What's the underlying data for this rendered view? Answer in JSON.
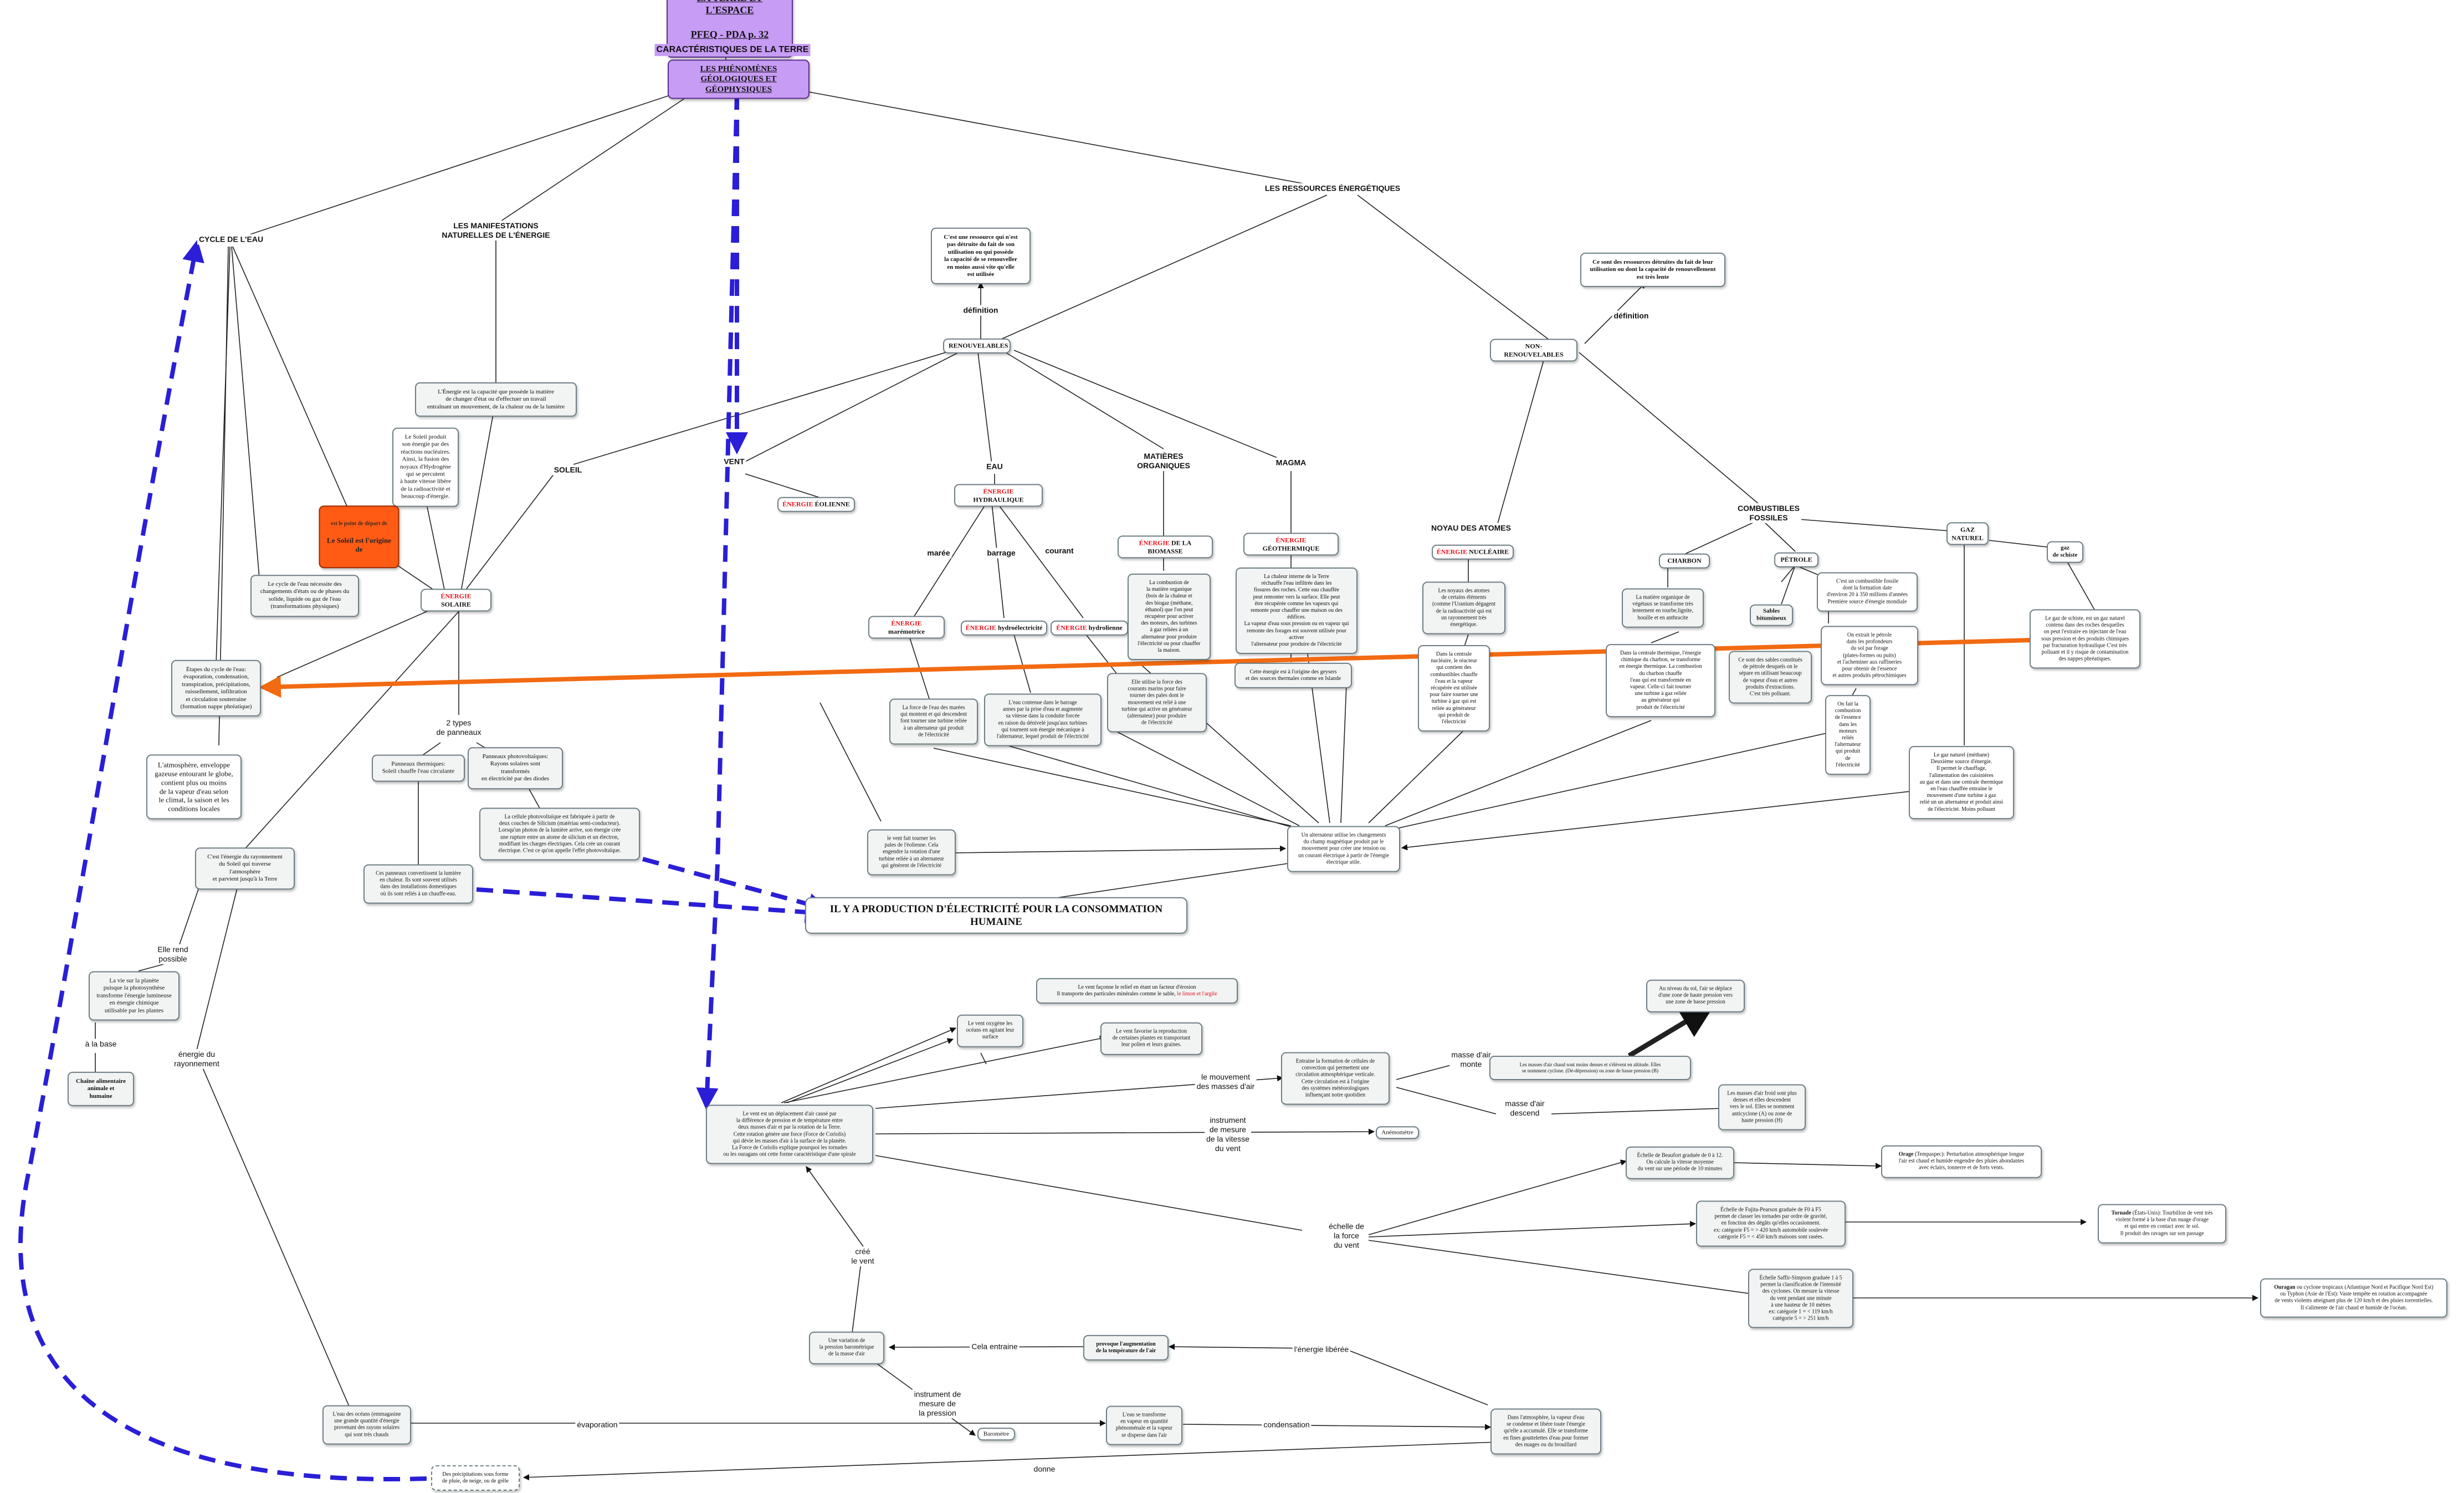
{
  "title": {
    "line1": "LA TERRE ET L'ESPACE",
    "line2": "PFEQ - PDA p. 32"
  },
  "subtitle": "CARACTÉRISTIQUES DE LA TERRE",
  "phenomena": "LES PHÉNOMÈNES\nGÉOLOGIQUES ET GÉOPHYSIQUES",
  "branches": {
    "cycle": "CYCLE DE L'EAU",
    "manif": "LES MANIFESTATIONS\nNATURELLES DE L'ÉNERGIE",
    "resources": "LES RESSOURCES ÉNERGÉTIQUES"
  },
  "resources": {
    "renew": "RENOUVELABLES",
    "nonrenew": "NON-RENOUVELABLES",
    "def_renew": "C'est une ressource qui n'est\npas détruite du fait de son\nutilisation ou qui possède\nla capacité de se renouveller\nen moins aussi vite qu'elle\nest utilisée",
    "def_nonrenew": "Ce sont des ressources détruites du fait de leur\nutilisation ou dont la capacité de renouvellement\nest très lente",
    "definition": "définition",
    "soleil": "SOLEIL",
    "vent": "VENT",
    "eau": "EAU",
    "matieres": "MATIÈRES\nORGANIQUES",
    "magma": "MAGMA",
    "noyau": "NOYAU DES ATOMES",
    "combustibles": "COMBUSTIBLES\nFOSSILES",
    "charbon": "CHARBON",
    "petrole": "PÉTROLE",
    "gaz": "GAZ\nNATUREL",
    "gaz_schiste": "gaz\nde schiste",
    "sables": "Sables\nbitumineux"
  },
  "energies": {
    "word": "ÉNERGIE",
    "solaire": "SOLAIRE",
    "eolienne": "ÉOLIENNE",
    "hydraulique": "HYDRAULIQUE",
    "biomasse": "DE LA BIOMASSE",
    "geothermique": "GÉOTHERMIQUE",
    "nucleaire": "NUCLÉAIRE",
    "maremotrice": "marémotrice",
    "hydroelectricite": "hydroélectricité",
    "hydrolienne": "hydrolienne"
  },
  "labels": {
    "maree": "marée",
    "barrage": "barrage",
    "courant": "courant",
    "deux_types": "2 types\nde panneaux",
    "rend_possible": "Elle rend\npossible",
    "base": "à la base",
    "energie_rayonnement": "énergie du\nrayonnement",
    "cree_vent": "créé\nle vent",
    "cela_entraine": "Cela entraine",
    "energie_liberee": "l'énergie libérée",
    "instrument_pression": "instrument de\nmesure de\nla pression",
    "evaporation": "évaporation",
    "condensation": "condensation",
    "donne": "donne",
    "mouvement": "le mouvement\ndes masses d'air",
    "instrument_vent": "instrument\nde mesure\nde la vitesse\ndu vent",
    "echelle": "échelle de\nla force\ndu vent",
    "monte": "masse d'air\nmonte",
    "descend": "masse d'air\ndescend"
  },
  "texts": {
    "energie_def": "L'Énergie est la capacité que possède la matière\nde changer d'état ou d'effectuer un travail\nentraînant un mouvement, de la chaleur ou de la lumière",
    "soleil_prod": "Le Soleil produit\nson énergie par des\nréactions nucléaires.\nAinsi, la fusion des\nnoyaux d'Hydrogène\nqui se percutent\nà haute vitesse libère\nde la radioactivité et\nbeaucoup d'énergie.",
    "orange_line1": "est le point de départ de",
    "orange_line2": "Le Soleil est l'origine de",
    "cycle_def": "Le cycle de l'eau nécessite des\nchangements d'états ou de phases du\nsolide, liquide ou gaz de l'eau\n(transformations physiques)",
    "etapes": "Étapes du cycle de l'eau:\névaporation, condensation,\ntranspiration, précipitations,\nruissellement, infiltration\net circulation souterraine\n(formation nappe phréatique)",
    "atmosphere": "L'atmosphère, enveloppe\ngazeuse entourant le globe,\ncontient plus ou moins\nde la vapeur d'eau selon\nle climat, la saison et les\nconditions locales",
    "rayonnement": "C'est l'énergie du rayonnement\ndu Soleil qui traverse l'atmosphère\net parvient jusqu'à la Terre",
    "vie": "La vie sur la planète\npuisque la photosynthèse\ntransforme l'énergie lumineuse\nen énergie chimique\nutilisable par les plantes",
    "chaine": "Chaîne alimentaire\nanimale et humaine",
    "panneaux_th": "Panneaux thermiques:\nSoleil chauffe l'eau circulante",
    "panneaux_ph": "Panneaux photovoltaïques:\nRayons solaires sont transformés\nen électricité par des diodes",
    "cellule": "La cellule photovoltaïque est fabriquée à partir de\ndeux couches de Silicium (matériau semi-conducteur).\nLorsqu'un photon de la lumière arrive, son énergie crée\nune rupture entre un atome de silicium et un électron,\nmodifiant les charges électriques. Cela crée un courant\nélectrique. C'est ce qu'on appelle l'effet photovoltaïque.",
    "capteurs": "Ces panneaux convertissent la lumière\nen chaleur. Ils sont souvent utilisés\ndans des installations domestiques\noù ils sont reliés à un chauffe-eau.",
    "eolienne_vent": "le vent fait tourner les\npales de l'éolienne. Cela\nengendre la rotation d'une\nturbine reliée à un alternateur\nqui génèrent de l'électricité",
    "maree_force": "La force de l'eau des marées\nqui montent et qui descendent\nfont tourner une turbine reliée\nà un alternateur qui produit\nde l'électricité",
    "barrage_txt": "L'eau contenue dans le barrage\nannes par la prise d'eau et augmente\nsa vitesse dans la conduite forcée\nen raison du dénivelé jusqu'aux turbines\nqui tournent son énergie mécanique à\nl'alternateur, lequel produit de l'électricité",
    "courants_txt": "Elle utilise la force des\ncourants marins pour faire\ntourner des pales dont le\nmouvement est relié à une\nturbine qui active un générateur\n(alternateur) pour produire\nde l'électricité",
    "biomasse_txt": "La combustion de\nla matière organique\n(bois de la chaleur et\ndes biogaz (méthane,\néthanol) que l'on peut\nrécupérer pour activer\ndes moteurs, des turbines\nà gaz reliées à un\nalternateur pour produire\nl'électricité ou pour chauffer\nla maison.",
    "geo_txt": "La chaleur interne de la Terre\nréchauffe l'eau infiltrée dans les\nfissures des roches. Cette eau chauffée\npeut remonter vers la surface. Elle peut\nêtre récupérée comme les vapeurs qui\nremonte pour chauffer une maison ou des édifices.\nLa vapeur d'eau sous pression ou en vapeur qui\nremonte des forages est souvent utilisée pour activer\nl'alternateur pour produire de l'électricité",
    "geysers": "Cette énergie est à l'origine des geysers\net des sources thermales comme en Islande",
    "nucleaire_txt": "Les noyaux des atomes\nde certains éléments\n(comme l'Uranium dégagent\nde la radioactivité qui est\nun rayonnement très\nénergétique.",
    "centrale": "Dans la centrale\nnucléaire, le réacteur\nqui contient des\ncombustibles chauffe\nl'eau et la vapeur\nrécupérée est utilisée\npour faire tourner une\nturbine à gaz qui est\nreliée au générateur\nqui produit de\nl'électricité",
    "matiere_org": "La matière organique de\nvégétaux se transforme très\nlentement en tourbe,lignite,\nhouille et en anthracite",
    "charbon_txt": "Dans la centrale thermique, l'énergie\nchimique du charbon, se transforme\nen énergie thermique. La combustion\ndu charbon chauffe\nl'eau qui est transformée en\nvapeur. Celle-ci fait tourner\nune turbine à gaz reliée\nau générateur qui\nproduit de l'électricité",
    "sables_txt": "Ce sont des sables constitués\nde pétrole desquels on le\nsépare en utilisant beaucoup\nde vapeur d'eau et autres\nproduits d'extractions.\nC'est très polluant.",
    "petrole_txt": "C'est un combustible fossile\ndont la formation date\nd'environ 20 à 350 millions d'années\nPremière source d'énergie mondiale",
    "extraction": "On extrait le pétrole\ndans les profondeurs\ndu sol par forage\n(plates-formes ou puits)\net l'acheminer aux raffineries\npour obtenir de l'essence\net autres produits pétrochimiques",
    "combustion_pet": "On fait la\ncombustion\nde l'essence\ndans les\nmoteurs\nreliés\nl'alternateur\nqui produit\nde l'électricité",
    "gaz_txt": "Le gaz naturel (méthane)\nDeuxième source d'énergie.\nIl permet le chauffage,\nl'alimentation des cuisinières\nau gaz et dans une centrale thermique\nen l'eau chauffée entraine le\nmouvement d'une turbine à gaz\nrelié un un alternateur et produit ainsi\nde l'électricité. Moins polluant",
    "schiste_txt": "Le gaz de schiste, est un gaz naturel\ncontenu dans des roches desquelles\non peut l'extraire en injectant de l'eau\nsous pression et des produits chimiques\npar fracturation hydraulique C'est très\npolluant et il y risque de contamination\ndes nappes phréatiques.",
    "alternateur": "Un alternateur utilise les changements\ndu champ magnétique produit par le\nmouvement pour créer une tension ou\nun courant électrique à partir de l'énergie\nélectrique utile.",
    "production": "IL Y A PRODUCTION D'ÉLECTRICITÉ POUR LA CONSOMMATION HUMAINE",
    "vent_def": "Le vent est un déplacement d'air causé par\nla différence de pression et de température entre\ndeux masses d'air et par la rotation de la Terre.\nCette rotation génère une force (Force de Coriolis)\nqui dévie les masses d'air à la surface de la planète.\nLa Force de Coriolis explique pourquoi les tornades\nou les ouragans ont cette forme caractéristique d'une spirale",
    "relief_p1": "Le vent façonne le relief en étant un facteur d'érosion\nIl transporte des particules minérales comme le sable, ",
    "relief_red": "le limon et l'argile",
    "oxygene": "Le vent oxygène les\nocéans en agitant leur\nsurface",
    "reproduction": "Le vent favorise la reproduction\nde certaines plantes en transportant\nleur pollen et leurs graines.",
    "cellules": "Entraine la formation de cellules de\nconvection qui permettent une\ncirculation atmosphérique verticale.\nCette circulation est à l'origine\ndes systèmes météorologiques\ninfluençant notre quotidien",
    "monte_txt": "Les masses d'air chaud sont moins denses et s'élèvent en altitude. Elles\nse nomment cyclone. (Dé-dépression) ou zone de basse pression (B)",
    "altitude": "Au niveau du sol, l'air se déplace\nd'une zone de haute pression vers\nune zone de basse pression",
    "descend_txt": "Les masses d'air froid sont plus\ndenses et elles descendent\nvers le sol. Elles se nomment\nanticyclone (A) ou zone de\nhaute pression (H)",
    "anemometre": "Anémomètre",
    "beaufort": "Échelle de Beaufort graduée de 0 à 12.\nOn calcule la vitesse moyenne\ndu vent sur une période de 10 minutes",
    "orage_b": "Orage",
    "orage_txt": " (Tempaspec): Perturbation atmosphérique longue\nl'air est chaud et humide engendre des pluies abondantes\navec éclairs, tonnerre et de forts vents.",
    "fujita": "Échelle de Fujita-Pearson graduée de F0 à F5\npermet de classer les tornades par ordre de gravité,\nen fonction des dégâts qu'elles occasionnent.\nex: catégorie F5 = > 420 km/h automobile soulevée\ncatégorie F5 = < 450 km/h maisons sont rasées.",
    "tornade_b": "Tornade",
    "tornade_txt": " (États-Unis): Tourbillon de vent très\nviolent formé à la base d'un nuage d'orage\net qui entre en contact avec le sol.\nIl produit des ravages sur son passage",
    "saffir": "Échelle Saffir-Simpson graduée 1 à 5\npermet la classification de l'intensité\ndes cyclones. On mesure la vitesse\ndu vent pendant une minute\nà une hauteur de 10 mètres\nex: catégorie 1 = < 119 km/h\ncatégorie 5 = > 251 km/h",
    "ouragan_b": "Ouragan",
    "ouragan_txt": " ou cyclone tropicaux (Atlantique Nord et Pacifique Nord Est)\nou Typhon (Asie de l'Est): Vaste tempête en rotation accompagnée\nde vents violents atteignant plus de 120 km/h et des pluies torrentielles.\nIl s'alimente de l'air chaud et humide de l'océan.",
    "variation": "Une variation de\nla pression barométrique\nde la masse d'air",
    "provoque": "provoque l'augmentation\nde la température de l'air",
    "barometre": "Baromètre",
    "eau_transforme": "L'eau se transforme\nen vapeur en quantité\nphénoménale et la vapeur\nse disperse dans l'air",
    "condensation_txt": "Dans l'atmosphère, la vapeur d'eau\nse condense et libère toute l'énergie\nqu'elle a accumulé. Elle se transforme\nen fines gouttelettes d'eau pour former\ndes nuages ou du brouillard",
    "oceans": "L'eau des océans (emmagasine\nune grande quantité d'énergie\nprovenant des rayons solaires\nqui sont très chauds",
    "precipitations": "Des précipitations sous forme\nde pluie, de neige, ou de grêle"
  }
}
